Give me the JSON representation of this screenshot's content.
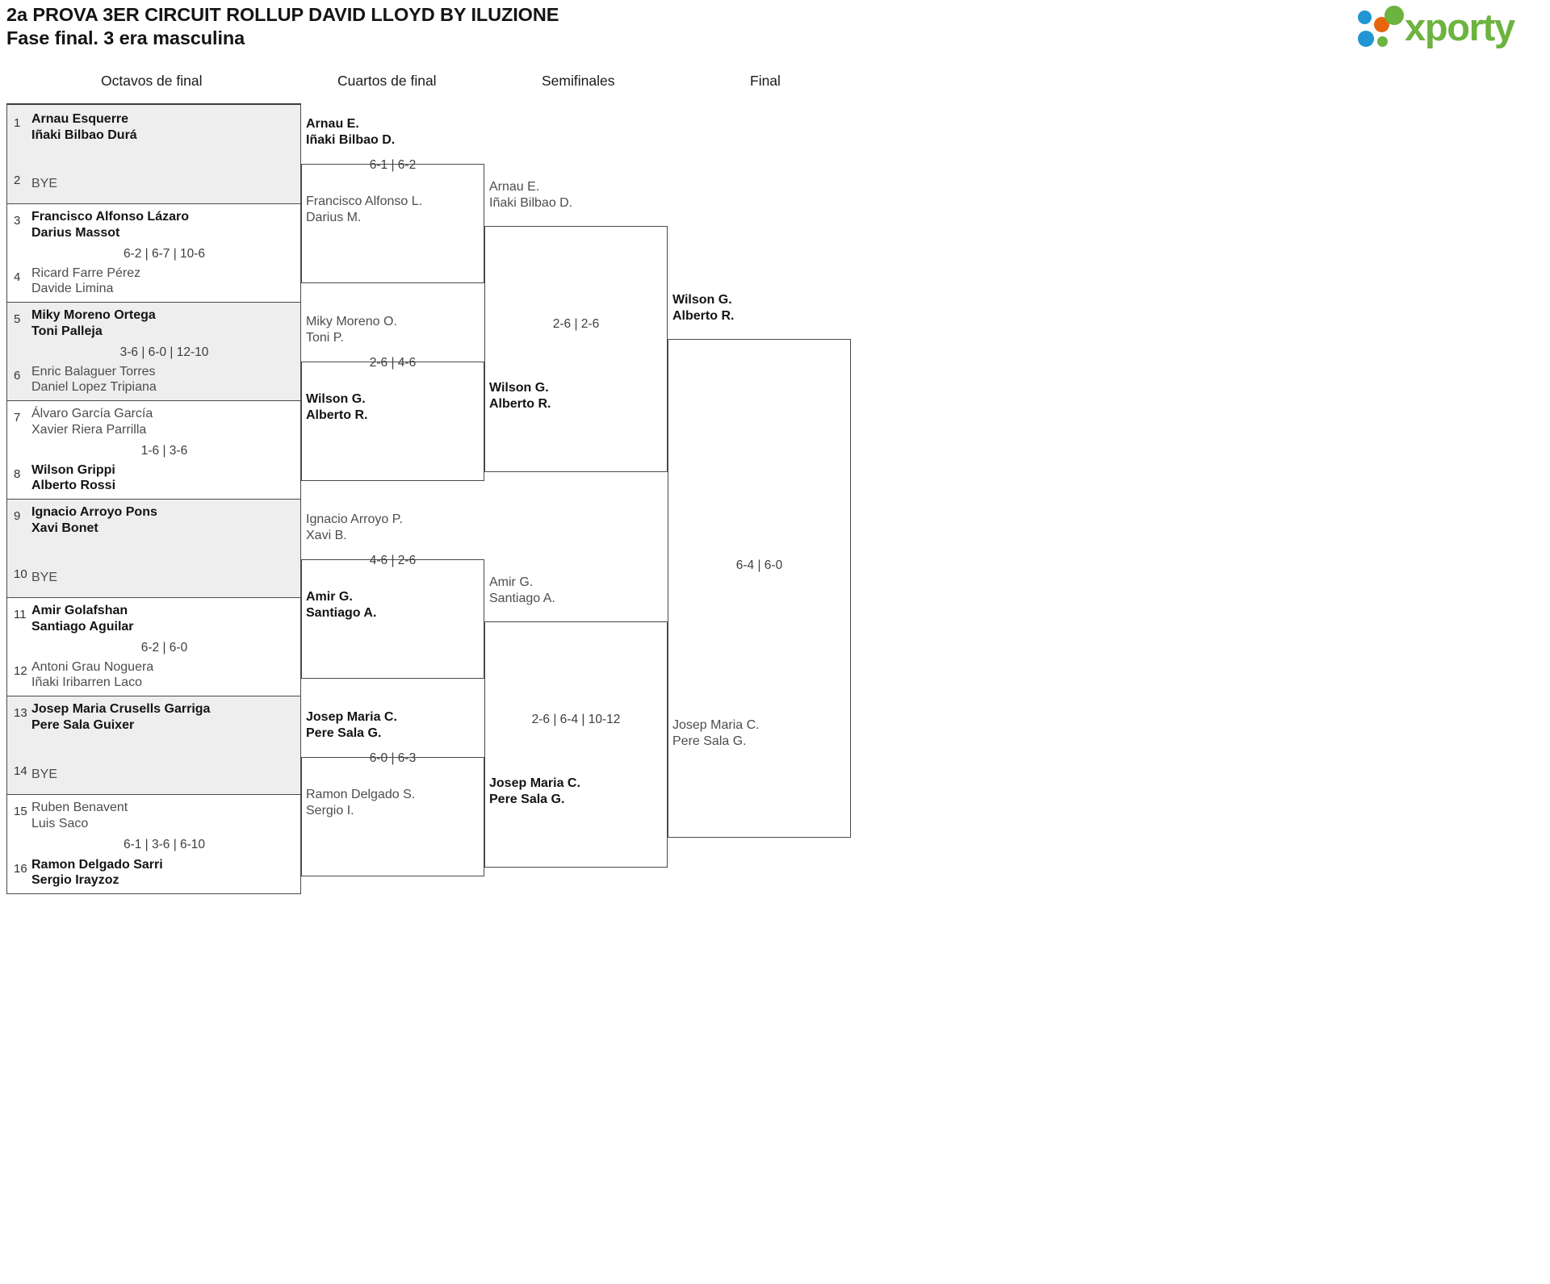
{
  "header": {
    "title_line1": "2a PROVA 3ER CIRCUIT ROLLUP DAVID LLOYD BY ILUZIONE",
    "title_line2": "Fase final. 3 era masculina",
    "logo_text": "xporty",
    "logo_colors": {
      "green": "#6cb33f",
      "blue": "#2196d4",
      "orange": "#e8640c"
    }
  },
  "rounds": [
    {
      "label": "Octavos de final"
    },
    {
      "label": "Cuartos de final"
    },
    {
      "label": "Semifinales"
    },
    {
      "label": "Final"
    }
  ],
  "round1": [
    {
      "seed_top": "1",
      "top_line1": "Arnau Esquerre",
      "top_line2": "Iñaki Bilbao Durá",
      "top_winner": true,
      "seed_bot": "2",
      "bot_line1": "BYE",
      "bot_line2": "",
      "bot_winner": false,
      "bot_bye": true,
      "score": "",
      "shaded": true
    },
    {
      "seed_top": "3",
      "top_line1": "Francisco Alfonso Lázaro",
      "top_line2": "Darius Massot",
      "top_winner": true,
      "seed_bot": "4",
      "bot_line1": "Ricard Farre Pérez",
      "bot_line2": "Davide Limina",
      "bot_winner": false,
      "bot_bye": false,
      "score": "6-2 | 6-7 | 10-6",
      "shaded": false
    },
    {
      "seed_top": "5",
      "top_line1": "Miky Moreno Ortega",
      "top_line2": "Toni Palleja",
      "top_winner": true,
      "seed_bot": "6",
      "bot_line1": "Enric Balaguer Torres",
      "bot_line2": "Daniel Lopez Tripiana",
      "bot_winner": false,
      "bot_bye": false,
      "score": "3-6 | 6-0 | 12-10",
      "shaded": true
    },
    {
      "seed_top": "7",
      "top_line1": "Álvaro García García",
      "top_line2": "Xavier Riera Parrilla",
      "top_winner": false,
      "seed_bot": "8",
      "bot_line1": "Wilson Grippi",
      "bot_line2": "Alberto Rossi",
      "bot_winner": true,
      "bot_bye": false,
      "score": "1-6 | 3-6",
      "shaded": false
    },
    {
      "seed_top": "9",
      "top_line1": "Ignacio Arroyo Pons",
      "top_line2": "Xavi Bonet",
      "top_winner": true,
      "seed_bot": "10",
      "bot_line1": "BYE",
      "bot_line2": "",
      "bot_winner": false,
      "bot_bye": true,
      "score": "",
      "shaded": true
    },
    {
      "seed_top": "11",
      "top_line1": "Amir Golafshan",
      "top_line2": "Santiago Aguilar",
      "top_winner": true,
      "seed_bot": "12",
      "bot_line1": "Antoni Grau Noguera",
      "bot_line2": "Iñaki Iribarren Laco",
      "bot_winner": false,
      "bot_bye": false,
      "score": "6-2 | 6-0",
      "shaded": false
    },
    {
      "seed_top": "13",
      "top_line1": "Josep Maria Crusells Garriga",
      "top_line2": "Pere Sala Guixer",
      "top_winner": true,
      "seed_bot": "14",
      "bot_line1": "BYE",
      "bot_line2": "",
      "bot_winner": false,
      "bot_bye": true,
      "score": "",
      "shaded": true
    },
    {
      "seed_top": "15",
      "top_line1": "Ruben Benavent",
      "top_line2": "Luis Saco",
      "top_winner": false,
      "seed_bot": "16",
      "bot_line1": "Ramon Delgado Sarri",
      "bot_line2": "Sergio Irayzoz",
      "bot_winner": true,
      "bot_bye": false,
      "score": "6-1 | 3-6 | 6-10",
      "shaded": false
    }
  ],
  "quarterfinals": [
    {
      "top_line1": "Arnau E.",
      "top_line2": "Iñaki Bilbao D.",
      "top_winner": true,
      "bot_line1": "Francisco Alfonso L.",
      "bot_line2": "Darius M.",
      "bot_winner": false,
      "score": "6-1 | 6-2"
    },
    {
      "top_line1": "Miky Moreno O.",
      "top_line2": "Toni P.",
      "top_winner": false,
      "bot_line1": "Wilson G.",
      "bot_line2": "Alberto R.",
      "bot_winner": true,
      "score": "2-6 | 4-6"
    },
    {
      "top_line1": "Ignacio Arroyo P.",
      "top_line2": "Xavi B.",
      "top_winner": false,
      "bot_line1": "Amir G.",
      "bot_line2": "Santiago A.",
      "bot_winner": true,
      "score": "4-6 | 2-6"
    },
    {
      "top_line1": "Josep Maria C.",
      "top_line2": "Pere Sala G.",
      "top_winner": true,
      "bot_line1": "Ramon Delgado S.",
      "bot_line2": "Sergio I.",
      "bot_winner": false,
      "score": "6-0 | 6-3"
    }
  ],
  "semifinals": [
    {
      "top_line1": "Arnau E.",
      "top_line2": "Iñaki Bilbao D.",
      "top_winner": false,
      "bot_line1": "Wilson G.",
      "bot_line2": "Alberto R.",
      "bot_winner": true,
      "score": "2-6 | 2-6"
    },
    {
      "top_line1": "Amir G.",
      "top_line2": "Santiago A.",
      "top_winner": false,
      "bot_line1": "Josep Maria C.",
      "bot_line2": "Pere Sala G.",
      "bot_winner": true,
      "score": "2-6 | 6-4 | 10-12"
    }
  ],
  "final": {
    "top_line1": "Wilson G.",
    "top_line2": "Alberto R.",
    "top_winner": true,
    "bot_line1": "Josep Maria C.",
    "bot_line2": "Pere Sala G.",
    "bot_winner": false,
    "score": "6-4 | 6-0"
  }
}
